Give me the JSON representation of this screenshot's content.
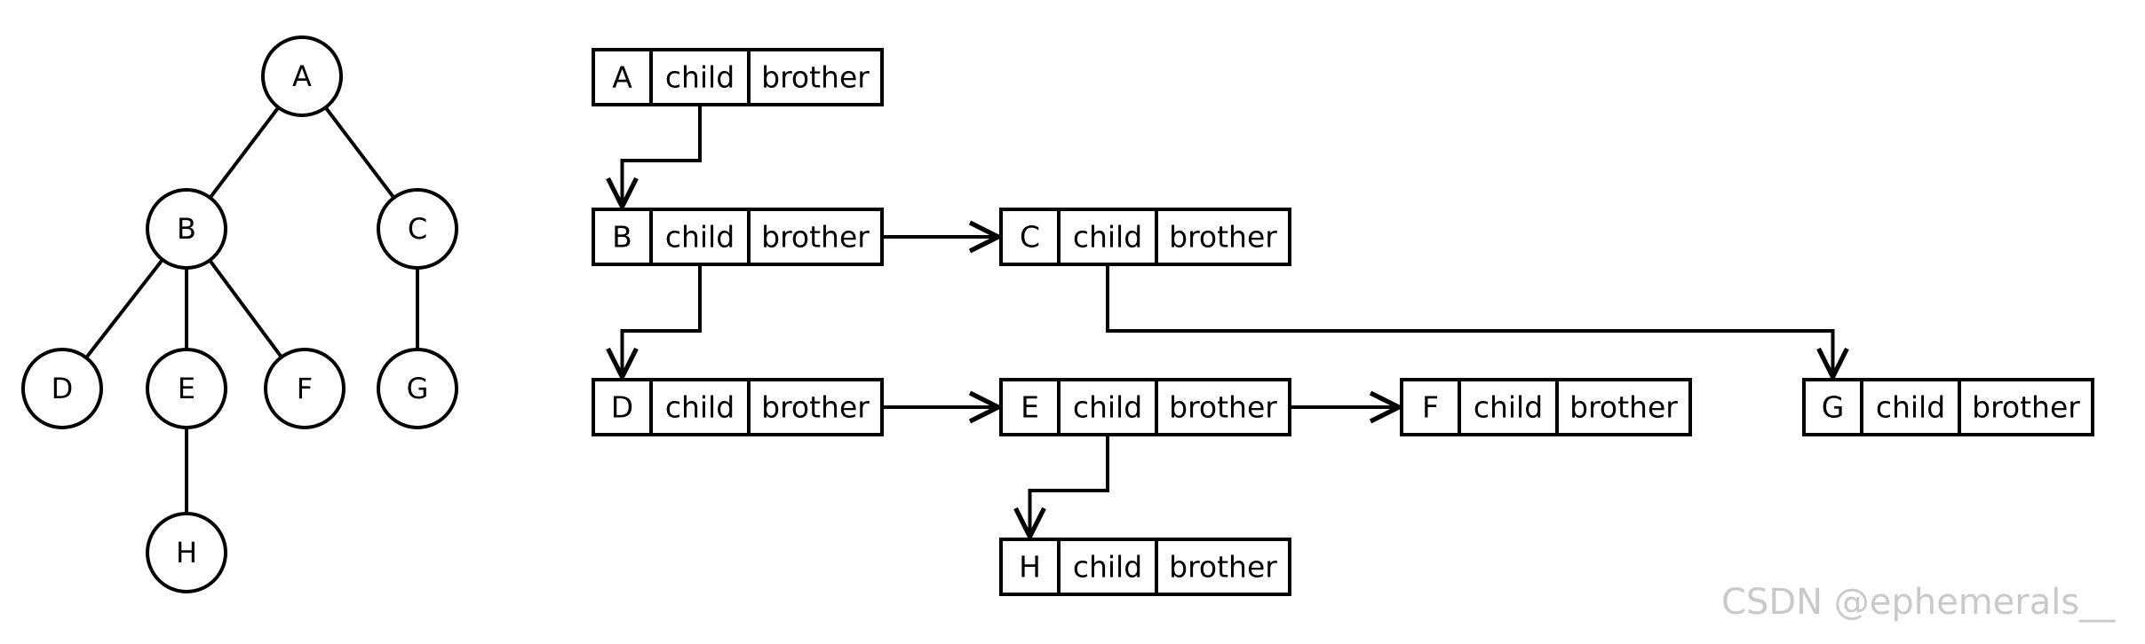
{
  "tree": {
    "nodes": [
      {
        "id": "A",
        "label": "A"
      },
      {
        "id": "B",
        "label": "B"
      },
      {
        "id": "C",
        "label": "C"
      },
      {
        "id": "D",
        "label": "D"
      },
      {
        "id": "E",
        "label": "E"
      },
      {
        "id": "F",
        "label": "F"
      },
      {
        "id": "G",
        "label": "G"
      },
      {
        "id": "H",
        "label": "H"
      }
    ],
    "edges": [
      [
        "A",
        "B"
      ],
      [
        "A",
        "C"
      ],
      [
        "B",
        "D"
      ],
      [
        "B",
        "E"
      ],
      [
        "B",
        "F"
      ],
      [
        "C",
        "G"
      ],
      [
        "E",
        "H"
      ]
    ]
  },
  "list": {
    "records": [
      {
        "id": "A",
        "label": "A",
        "child_label": "child",
        "brother_label": "brother"
      },
      {
        "id": "B",
        "label": "B",
        "child_label": "child",
        "brother_label": "brother"
      },
      {
        "id": "C",
        "label": "C",
        "child_label": "child",
        "brother_label": "brother"
      },
      {
        "id": "D",
        "label": "D",
        "child_label": "child",
        "brother_label": "brother"
      },
      {
        "id": "E",
        "label": "E",
        "child_label": "child",
        "brother_label": "brother"
      },
      {
        "id": "F",
        "label": "F",
        "child_label": "child",
        "brother_label": "brother"
      },
      {
        "id": "G",
        "label": "G",
        "child_label": "child",
        "brother_label": "brother"
      },
      {
        "id": "H",
        "label": "H",
        "child_label": "child",
        "brother_label": "brother"
      }
    ],
    "links": [
      {
        "from": "A",
        "to": "B",
        "via": "child"
      },
      {
        "from": "B",
        "to": "D",
        "via": "child"
      },
      {
        "from": "B",
        "to": "C",
        "via": "brother"
      },
      {
        "from": "C",
        "to": "G",
        "via": "child"
      },
      {
        "from": "D",
        "to": "E",
        "via": "brother"
      },
      {
        "from": "E",
        "to": "F",
        "via": "brother"
      },
      {
        "from": "E",
        "to": "H",
        "via": "child"
      }
    ]
  },
  "watermark": "CSDN @ephemerals__"
}
